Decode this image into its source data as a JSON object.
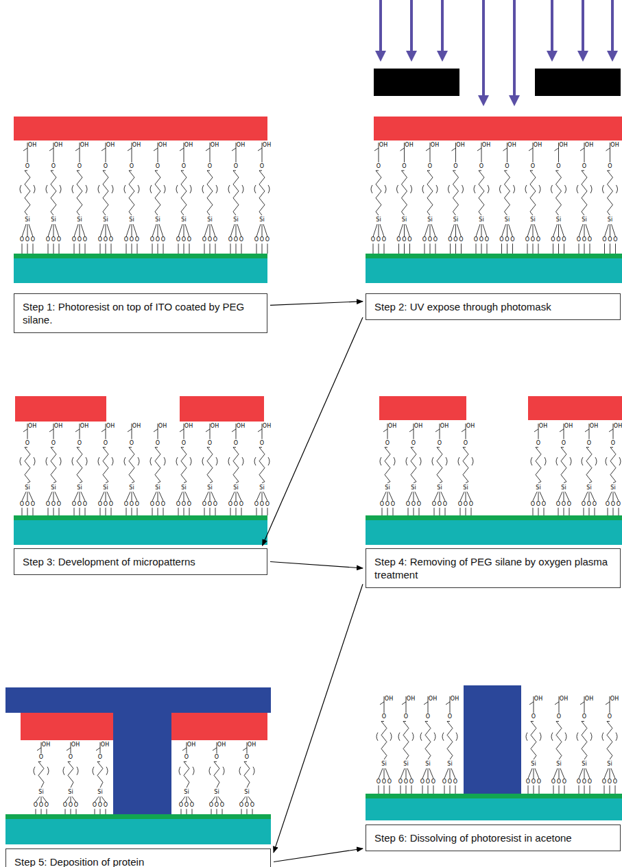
{
  "diagram": {
    "nodes": [
      {
        "text": [
          "Step 1: Photoresist on top of ITO coated by PEG silane."
        ]
      },
      {
        "text": [
          "Step 2: UV expose through photomask"
        ]
      },
      {
        "text": [
          "Step 3: Development of micropatterns"
        ]
      },
      {
        "text": [
          "Step 4: Removing of PEG silane by oxygen plasma treatment"
        ]
      },
      {
        "text": [
          "Step 5: Deposition of protein"
        ]
      },
      {
        "text": [
          "Step 6: Dissolving of photoresist in acetone"
        ]
      }
    ],
    "edges": [
      {
        "from": 0,
        "to": 1,
        "arrow": "to"
      },
      {
        "from": 1,
        "to": 2,
        "arrow": "to"
      },
      {
        "from": 2,
        "to": 3,
        "arrow": "to"
      },
      {
        "from": 3,
        "to": 4,
        "arrow": "to"
      },
      {
        "from": 4,
        "to": 5,
        "arrow": "to"
      }
    ],
    "labels": [
      "OH",
      "O",
      "Si",
      "O",
      "O",
      "O",
      "OH",
      "O",
      "Si",
      "O",
      "O",
      "O",
      "OH",
      "O",
      "Si",
      "O",
      "O",
      "O",
      "OH",
      "O",
      "Si",
      "O",
      "O",
      "O",
      "OH",
      "O",
      "Si",
      "O",
      "O",
      "O",
      "OH",
      "O",
      "Si",
      "O",
      "O",
      "O",
      "OH",
      "O",
      "Si",
      "O",
      "O",
      "O",
      "OH",
      "O",
      "Si",
      "O",
      "O",
      "O",
      "OH",
      "O",
      "Si",
      "O",
      "O",
      "O",
      "OH",
      "O",
      "Si",
      "O",
      "O",
      "O",
      "OH",
      "O",
      "Si",
      "O",
      "O",
      "O",
      "OH",
      "O",
      "Si",
      "O",
      "O",
      "O",
      "OH",
      "O",
      "Si",
      "O",
      "O",
      "O",
      "OH",
      "O",
      "Si",
      "O",
      "O",
      "O",
      "OH",
      "O",
      "Si",
      "O",
      "O",
      "O",
      "OH",
      "O",
      "Si",
      "O",
      "O",
      "O",
      "OH",
      "O",
      "Si",
      "O",
      "O",
      "O",
      "OH",
      "O",
      "Si",
      "O",
      "O",
      "O",
      "OH",
      "O",
      "Si",
      "O",
      "O",
      "O",
      "OH",
      "O",
      "Si",
      "O",
      "O",
      "O",
      "OH",
      "O",
      "Si",
      "O",
      "O",
      "O",
      "OH",
      "O",
      "Si",
      "O",
      "O",
      "O",
      "OH",
      "O",
      "Si",
      "O",
      "O",
      "O",
      "OH",
      "O",
      "Si",
      "O",
      "O",
      "O",
      "OH",
      "O",
      "Si",
      "O",
      "O",
      "O",
      "OH",
      "O",
      "Si",
      "O",
      "O",
      "O",
      "OH",
      "O",
      "Si",
      "O",
      "O",
      "O",
      "OH",
      "O",
      "Si",
      "O",
      "O",
      "O",
      "OH",
      "O",
      "Si",
      "O",
      "O",
      "O",
      "OH",
      "O",
      "Si",
      "O",
      "O",
      "O",
      "OH",
      "O",
      "Si",
      "O",
      "O",
      "O",
      "OH",
      "O",
      "Si",
      "O",
      "O",
      "O",
      "OH",
      "O",
      "Si",
      "O",
      "O",
      "O",
      "OH",
      "O",
      "Si",
      "O",
      "O",
      "O",
      "OH",
      "O",
      "Si",
      "O",
      "O",
      "O",
      "OH",
      "O",
      "Si",
      "O",
      "O",
      "O",
      "OH",
      "O",
      "Si",
      "O",
      "O",
      "O",
      "OH",
      "O",
      "Si",
      "O",
      "O",
      "O",
      "OH",
      "O",
      "Si",
      "O",
      "O",
      "O",
      "OH",
      "O",
      "Si",
      "O",
      "O",
      "O",
      "OH",
      "O",
      "Si",
      "O",
      "O",
      "O",
      "OH",
      "O",
      "Si",
      "O",
      "O",
      "O",
      "OH",
      "O",
      "Si",
      "O",
      "O",
      "O",
      "OH",
      "O",
      "Si",
      "O",
      "O",
      "O",
      "OH",
      "O",
      "Si",
      "O",
      "O",
      "O",
      "OH",
      "O",
      "Si",
      "O",
      "O",
      "O",
      "OH",
      "O",
      "Si",
      "O",
      "O",
      "O",
      "OH",
      "O",
      "Si",
      "O",
      "O",
      "O",
      "OH",
      "O",
      "Si",
      "O",
      "O",
      "O",
      "OH",
      "O",
      "Si",
      "O",
      "O",
      "O",
      "OH",
      "O",
      "Si",
      "O",
      "O",
      "O",
      "OH",
      "O",
      "Si",
      "O",
      "O",
      "O"
    ]
  }
}
